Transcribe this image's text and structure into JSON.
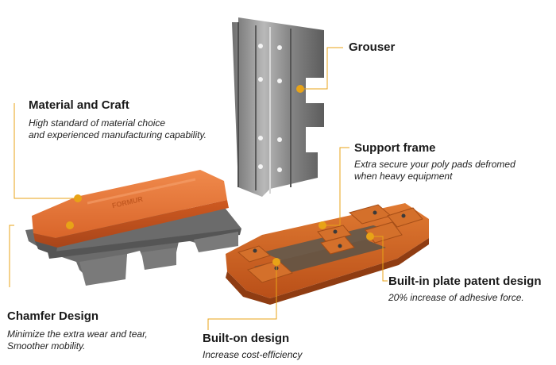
{
  "accent_color": "#e8a317",
  "callouts": {
    "grouser": {
      "title": "Grouser"
    },
    "material": {
      "title": "Material and Craft",
      "desc1": "High standard of material choice",
      "desc2": "and experienced manufacturing capability."
    },
    "support": {
      "title": "Support frame",
      "desc1": "Extra secure your poly pads defromed",
      "desc2": "when heavy equipment"
    },
    "plate": {
      "title": "Built-in plate patent design",
      "desc1": "20% increase of adhesive force."
    },
    "chamfer": {
      "title": "Chamfer Design",
      "desc1": "Minimize the extra wear and tear,",
      "desc2": "Smoother mobility."
    },
    "builton": {
      "title": "Built-on design",
      "desc1": "Increase cost-efficiency"
    }
  }
}
